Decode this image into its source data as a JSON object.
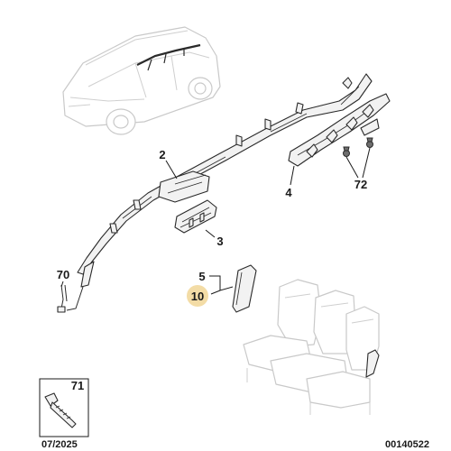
{
  "callouts": {
    "c2": "2",
    "c3": "3",
    "c4": "4",
    "c5": "5",
    "c10": "10",
    "c70": "70",
    "c71": "71",
    "c72": "72"
  },
  "footer": {
    "date": "07/2025",
    "diagram_number": "00140522"
  },
  "colors": {
    "highlight": "#f3dca6",
    "line": "#2a2a2a",
    "ghost": "#c9c9c9"
  }
}
